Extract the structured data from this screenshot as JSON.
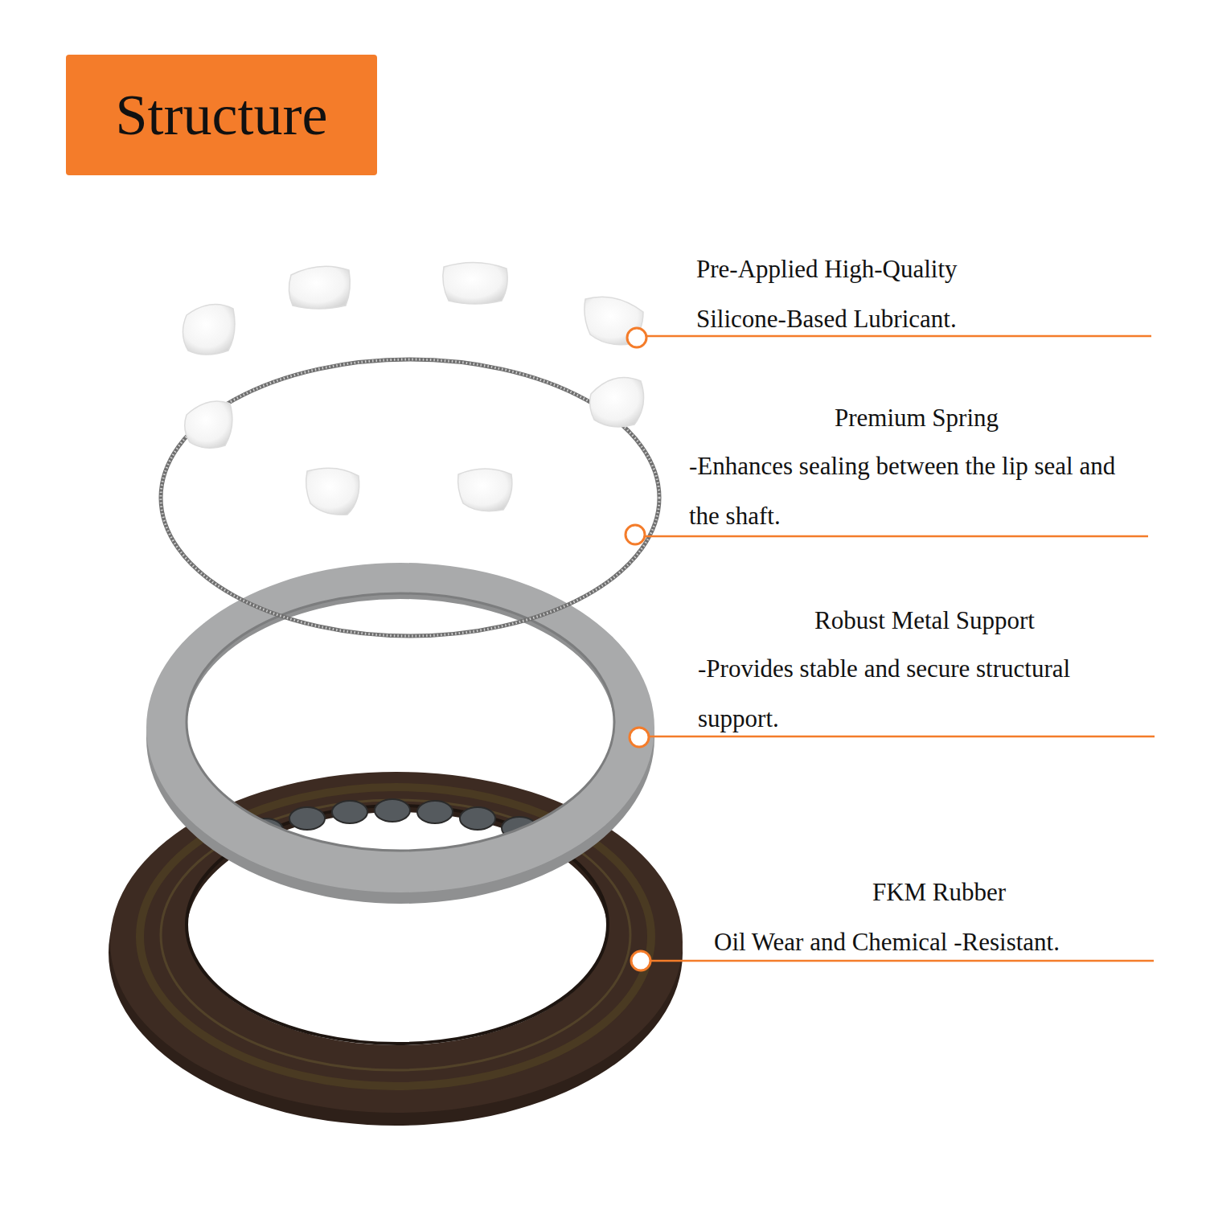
{
  "diagram": {
    "title": "Structure",
    "labels": [
      "Pre-Applied High-Quality Silicone-Based Lubricant.",
      "Premium Spring",
      "-Enhances sealing between the lip seal and the shaft.",
      "Robust Metal Support",
      "-Provides stable and secure structural support.",
      "FKM Rubber",
      "Oil Wear and Chemical -Resistant."
    ]
  }
}
